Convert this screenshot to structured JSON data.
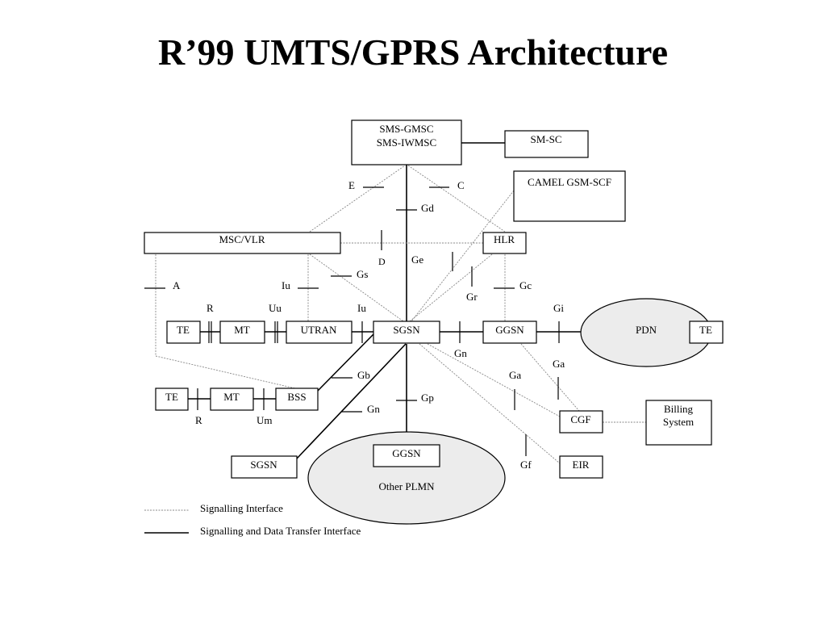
{
  "title": "R’99 UMTS/GPRS Architecture",
  "nodes": {
    "sms_gmsc": [
      "SMS-GMSC",
      "SMS-IWMSC"
    ],
    "sm_sc": "SM-SC",
    "camel": "CAMEL GSM-SCF",
    "msc_vlr": "MSC/VLR",
    "hlr": "HLR",
    "te1": "TE",
    "mt1": "MT",
    "utran": "UTRAN",
    "sgsn": "SGSN",
    "ggsn": "GGSN",
    "pdn": "PDN",
    "te_pdn": "TE",
    "te2": "TE",
    "mt2": "MT",
    "bss": "BSS",
    "billing": [
      "Billing",
      "System"
    ],
    "cgf": "CGF",
    "eir": "EIR",
    "sgsn2": "SGSN",
    "ggsn2": "GGSN",
    "other_plmn": "Other PLMN"
  },
  "interfaces": {
    "E": "E",
    "C": "C",
    "Gd": "Gd",
    "D": "D",
    "Ge": "Ge",
    "Gs": "Gs",
    "A": "A",
    "Iu_1": "Iu",
    "Gc": "Gc",
    "Gr": "Gr",
    "R_1": "R",
    "Uu": "Uu",
    "Iu_2": "Iu",
    "Gi": "Gi",
    "Gn_1": "Gn",
    "Gb": "Gb",
    "Ga_1": "Ga",
    "Ga_2": "Ga",
    "Gp": "Gp",
    "Gn_2": "Gn",
    "R_2": "R",
    "Um": "Um",
    "Gf": "Gf"
  },
  "legend": {
    "signalling": "Signalling Interface",
    "data": "Signalling and Data Transfer Interface"
  }
}
